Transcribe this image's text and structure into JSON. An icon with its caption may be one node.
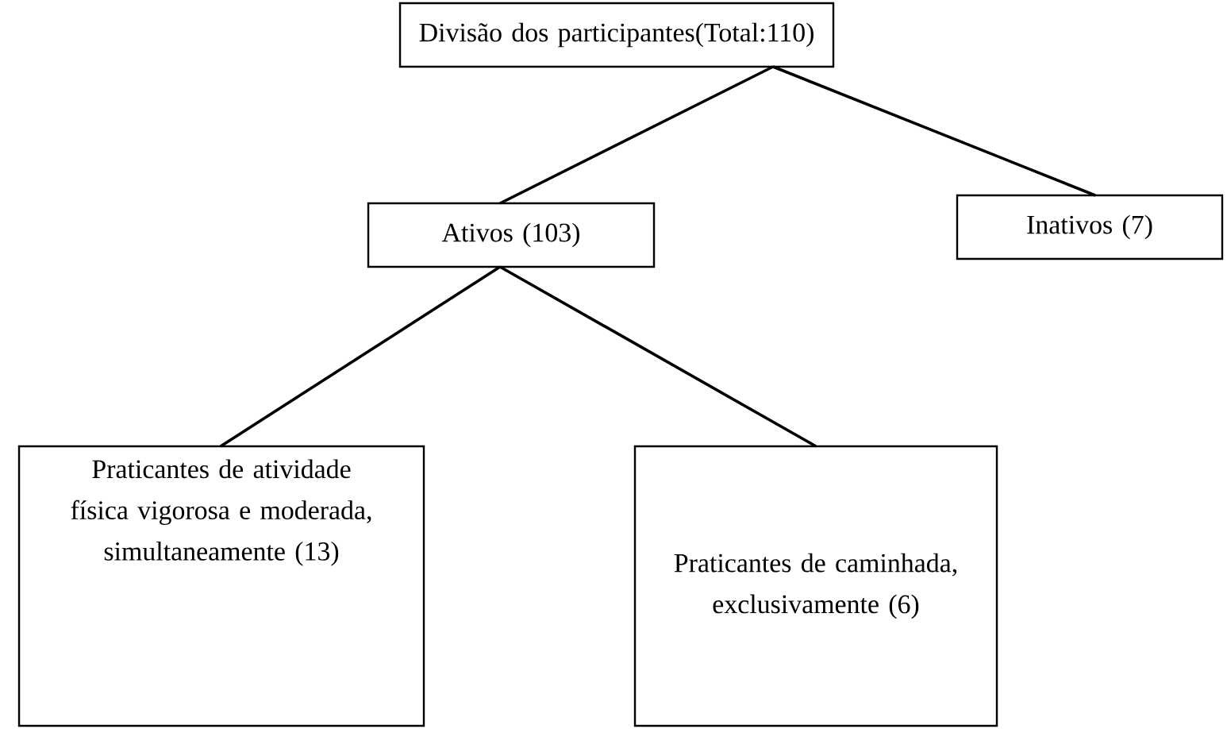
{
  "diagram": {
    "nodes": [
      {
        "text": [
          "Divisão dos participantes(Total:110)"
        ]
      },
      {
        "text": [
          "Ativos (103)"
        ]
      },
      {
        "text": [
          "Inativos (7)"
        ]
      },
      {
        "text": [
          "Praticantes de atividade física vigorosa e moderada, simultaneamente (13)"
        ]
      },
      {
        "text": [
          "Praticantes de caminhada, exclusivamente (6)"
        ]
      }
    ],
    "edges": [
      {
        "from": 0,
        "to": 1,
        "arrow": "none"
      },
      {
        "from": 0,
        "to": 2,
        "arrow": "none"
      },
      {
        "from": 1,
        "to": 3,
        "arrow": "none"
      },
      {
        "from": 1,
        "to": 4,
        "arrow": "none"
      }
    ]
  }
}
